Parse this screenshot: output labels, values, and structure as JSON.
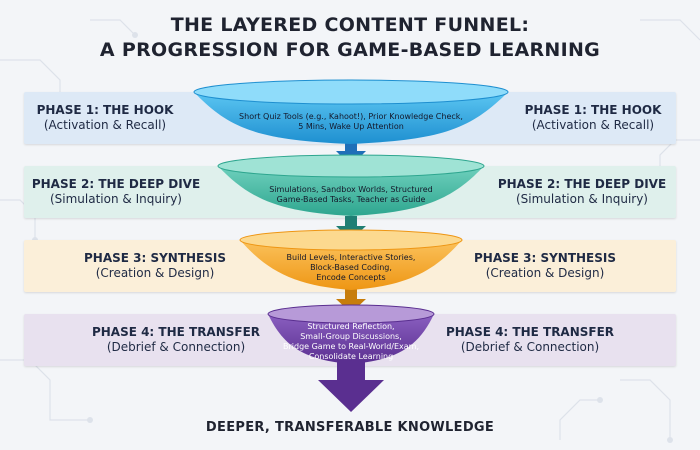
{
  "title": {
    "line1": "THE LAYERED CONTENT FUNNEL:",
    "line2": "A PROGRESSION FOR GAME-BASED LEARNING"
  },
  "phases": [
    {
      "title": "PHASE 1: THE HOOK",
      "subtitle": "(Activation & Recall)",
      "content": [
        "Short Quiz Tools (e.g., Kahoot!), Prior Knowledge Check,",
        "5 Mins, Wake Up Attention"
      ],
      "band_color": "#dde9f6",
      "funnel_color": "#2da7e0"
    },
    {
      "title": "PHASE 2: THE DEEP DIVE",
      "subtitle": "(Simulation & Inquiry)",
      "content": [
        "Simulations, Sandbox Worlds, Structured",
        "Game-Based Tasks, Teacher as Guide"
      ],
      "band_color": "#dff0ec",
      "funnel_color": "#3bb8a0"
    },
    {
      "title": "PHASE 3: SYNTHESIS",
      "subtitle": "(Creation & Design)",
      "content": [
        "Build Levels, Interactive Stories,",
        "Block-Based Coding,",
        "Encode Concepts"
      ],
      "band_color": "#fbefd9",
      "funnel_color": "#f6a623"
    },
    {
      "title": "PHASE 4: THE TRANSFER",
      "subtitle": "(Debrief & Connection)",
      "content": [
        "Structured Reflection,",
        "Small-Group Discussions,",
        "Bridge Game to Real-World/Exam,",
        "Consolidate Learning"
      ],
      "band_color": "#e8e1ef",
      "funnel_color": "#6b3fa0"
    }
  ],
  "conclusion": "DEEPER, TRANSFERABLE KNOWLEDGE",
  "colors": {
    "title": "#1f2330",
    "arrow": "#6b3fa0",
    "connector_arrow": "#1f6fb8"
  }
}
